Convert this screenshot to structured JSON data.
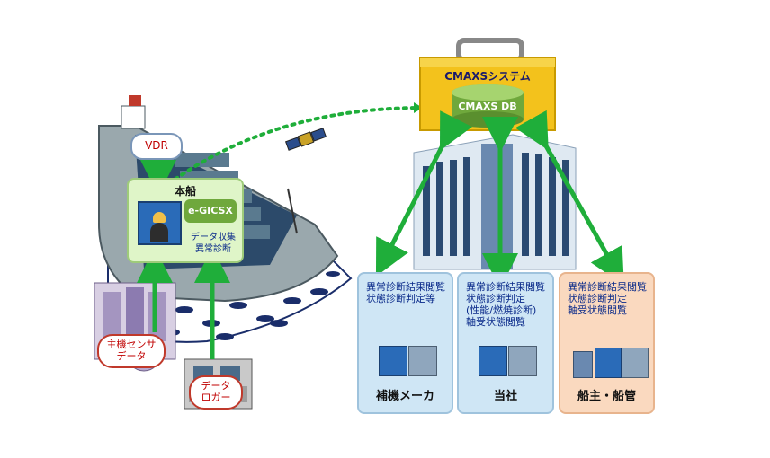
{
  "system": {
    "title": "CMAXSシステム",
    "db": "CMAXS DB"
  },
  "vessel": {
    "vdr": "VDR",
    "panel_title": "本船",
    "module": "e-GICSX",
    "functions": [
      "データ収集",
      "異常診断"
    ]
  },
  "sources": {
    "sensor": [
      "主機センサ",
      "データ"
    ],
    "logger": [
      "データ",
      "ロガー"
    ]
  },
  "parties": [
    {
      "lines": [
        "異常診断結果閲覧",
        "状態診断判定等"
      ],
      "name": "補機メーカ"
    },
    {
      "lines": [
        "異常診断結果閲覧",
        "状態診断判定",
        "(性能/燃焼診断)",
        "軸受状態閲覧"
      ],
      "name": "当社"
    },
    {
      "lines": [
        "異常診断結果閲覧",
        "状態診断判定",
        "軸受状態閲覧"
      ],
      "name": "船主・船管"
    }
  ],
  "colors": {
    "arrow_green": "#1fae3a",
    "panel_green": "#dff5c8",
    "panel_blue": "#cfe6f5",
    "panel_orange": "#fad9bf",
    "box_yellow": "#f3c21c",
    "db_green": "#6fa83c",
    "ship_hull": "#8a9aa0",
    "water": "#1a2d6a"
  }
}
